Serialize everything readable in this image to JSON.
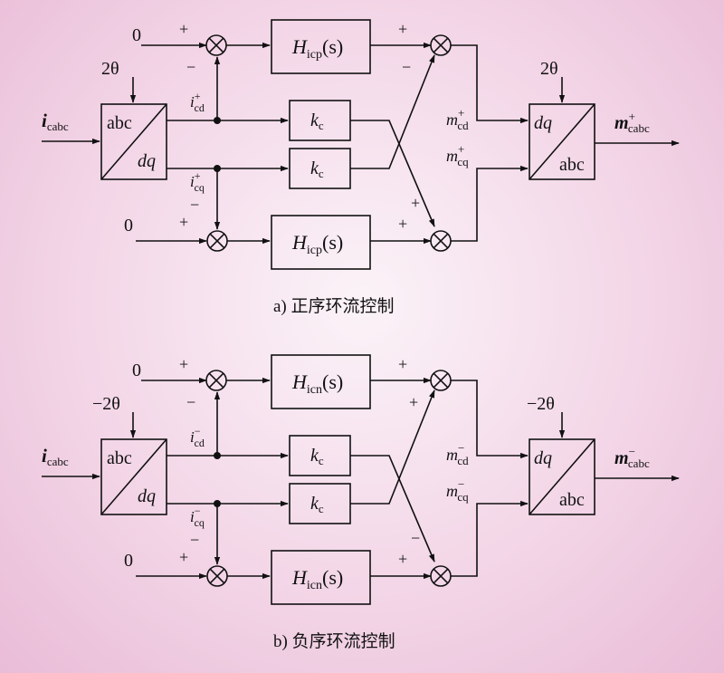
{
  "panel_a": {
    "caption": "a) 正序环流控制",
    "zero_top": "0",
    "zero_bottom": "0",
    "plus": "+",
    "minus": "−",
    "theta": "2θ",
    "theta_out": "2θ",
    "input_var": "i",
    "input_sub": "cabc",
    "park_top": "abc",
    "park_bot": "dq",
    "icd_var": "i",
    "icd_sub": "cd",
    "icd_sup": "+",
    "icq_var": "i",
    "icq_sub": "cq",
    "icq_sup": "+",
    "ctrl_var": "H",
    "ctrl_sub": "icp",
    "ctrl_arg": "(s)",
    "k_var": "k",
    "k_sub": "c",
    "mcd_var": "m",
    "mcd_sub": "cd",
    "mcd_sup": "+",
    "mcq_var": "m",
    "mcq_sub": "cq",
    "mcq_sup": "+",
    "ipark_top": "dq",
    "ipark_bot": "abc",
    "out_var": "m",
    "out_sub": "cabc",
    "out_sup": "+",
    "sum1_top": "+",
    "sum1_bot": "−",
    "sum2_cross": "+",
    "sum2_bot": "+"
  },
  "panel_b": {
    "caption": "b) 负序环流控制",
    "zero_top": "0",
    "zero_bottom": "0",
    "plus": "+",
    "minus": "−",
    "theta": "−2θ",
    "theta_out": "−2θ",
    "input_var": "i",
    "input_sub": "cabc",
    "park_top": "abc",
    "park_bot": "dq",
    "icd_var": "i",
    "icd_sub": "cd",
    "icd_sup": "−",
    "icq_var": "i",
    "icq_sub": "cq",
    "icq_sup": "−",
    "ctrl_var": "H",
    "ctrl_sub": "icn",
    "ctrl_arg": "(s)",
    "k_var": "k",
    "k_sub": "c",
    "mcd_var": "m",
    "mcd_sub": "cd",
    "mcd_sup": "−",
    "mcq_var": "m",
    "mcq_sub": "cq",
    "mcq_sup": "−",
    "ipark_top": "dq",
    "ipark_bot": "abc",
    "out_var": "m",
    "out_sub": "cabc",
    "out_sup": "−",
    "sum1_top": "+",
    "sum1_bot": "+",
    "sum2_cross": "−",
    "sum2_bot": "+"
  }
}
